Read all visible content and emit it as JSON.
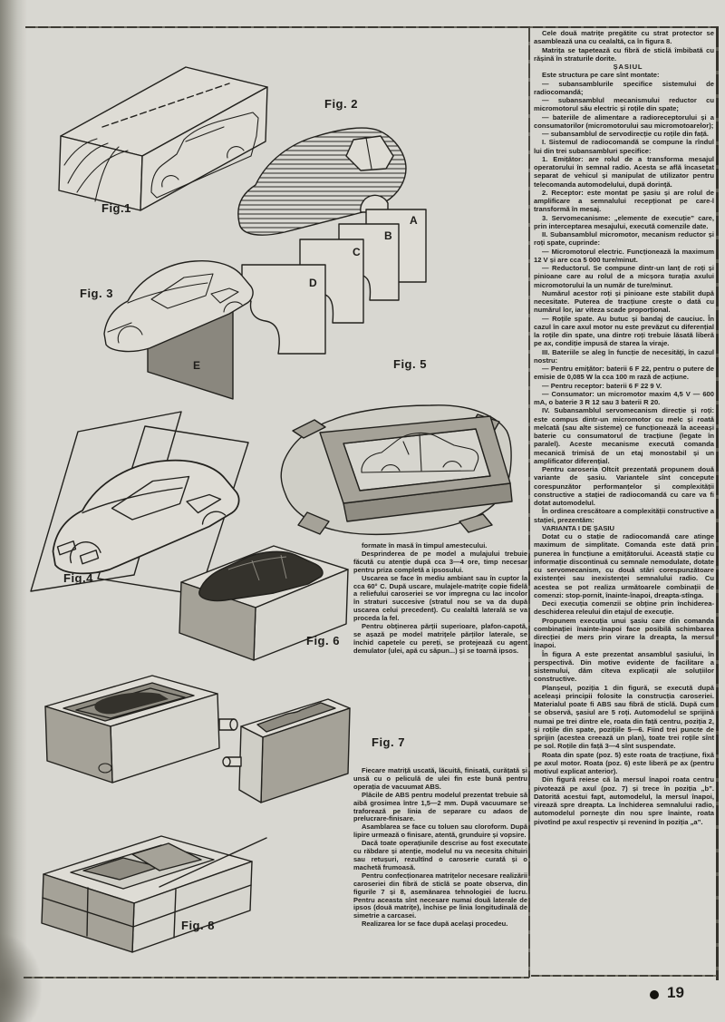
{
  "page": {
    "number": "19",
    "bullet": "●"
  },
  "colors": {
    "paper": "#d8d7d1",
    "ink": "#1e1d1a",
    "plate_grey": "#8a877e",
    "stipple_grey": "#a5a298",
    "cavity_dark": "#34322c"
  },
  "figures": {
    "fig1": "Fig.1",
    "fig2": "Fig. 2",
    "fig3": "Fig. 3",
    "fig4": "Fig.4",
    "fig5": "Fig. 5",
    "fig6": "Fig. 6",
    "fig7": "Fig. 7",
    "fig8": "Fig. 8",
    "plate_letters": [
      "A",
      "B",
      "C",
      "D",
      "E"
    ]
  },
  "left_column": {
    "top_block": [
      {
        "cls": "cont",
        "text": "formate în masă în timpul amestecului."
      },
      {
        "text": "Desprinderea de pe model a mulajului trebuie făcută cu atenție după cca 3—4 ore, timp necesar pentru priza completă a ipsosului."
      },
      {
        "text": "Uscarea se face în mediu ambiant sau în cuptor la cca 60° C. După uscare, mulajele-matrițe copie fidelă a reliefului caroseriei se vor impregna cu lac incolor în straturi succesive (stratul nou se va da după uscarea celui precedent). Cu cealaltă laterală se va proceda la fel."
      },
      {
        "text": "Pentru obținerea părții superioare, plafon-capotă, se așază pe model matrițele părților laterale, se închid capetele cu pereți, se protejează cu agent demulator (ulei, apă cu săpun...) și se toarnă ipsos."
      }
    ],
    "bottom_block": [
      {
        "text": "Fiecare matriță uscată, lăcuită, finisată, curățată și unsă cu o peliculă de ulei fin este bună pentru operația de vacuumat ABS."
      },
      {
        "text": "Plăcile de ABS pentru modelul prezentat trebuie să aibă grosimea între 1,5—2 mm. După vacuumare se traforează pe linia de separare cu adaos de prelucrare-finisare."
      },
      {
        "text": "Asamblarea se face cu toluen sau cloroform. După lipire urmează o finisare, atentă, grunduire și vopsire."
      },
      {
        "text": "Dacă toate operațiunile descrise au fost executate cu răbdare și atenție, modelul nu va necesita chituiri sau retușuri, rezultînd o caroserie curată și o machetă frumoasă."
      },
      {
        "text": "Pentru confecționarea matrițelor necesare realizării caroseriei din fibră de sticlă se poate observa, din figurile 7 și 8, asemănarea tehnologiei de lucru. Pentru aceasta sînt necesare numai două laterale de ipsos (două matrițe), închise pe linia longitudinală de simetrie a carcasei."
      },
      {
        "text": "Realizarea lor se face după același procedeu."
      }
    ]
  },
  "right_column": {
    "paragraphs": [
      {
        "text": "Cele două matrițe pregătite cu strat protector se asamblează una cu cealaltă, ca în figura 8."
      },
      {
        "text": "Matrița se tapetează cu fibră de sticlă îmbibată cu rășină în straturile dorite."
      },
      {
        "cls": "hc",
        "text": "ȘASIUL"
      },
      {
        "text": "Este structura pe care sînt montate:"
      },
      {
        "text": "— subansamblurile specifice sistemului de radiocomandă;"
      },
      {
        "text": "— subansamblul mecanismului reductor cu micromotorul său electric și roțile din spate;"
      },
      {
        "text": "— bateriile de alimentare a radioreceptorului și a consumatorilor (micromotorului sau micromotoarelor);"
      },
      {
        "text": "— subansamblul de servodirecție cu roțile din față."
      },
      {
        "text": "I. Sistemul de radiocomandă se compune la rîndul lui din trei subansambluri specifice:"
      },
      {
        "pre": "1. ",
        "b": "Emițător:",
        "text": " are rolul de a transforma mesajul operatorului în semnal radio. Acesta se află încasetat separat de vehicul și manipulat de utilizator pentru telecomanda automodelului, după dorință."
      },
      {
        "pre": "2. ",
        "b": "Receptor:",
        "text": " este montat pe șasiu și are rolul de amplificare a semnalului recepționat pe care-l transformă în mesaj."
      },
      {
        "pre": "3. ",
        "b": "Servomecanisme:",
        "text": " „elemente de execuție” care, prin interceptarea mesajului, execută comenzile date."
      },
      {
        "text": "II. Subansamblul micromotor, mecanism reductor și roți spate, cuprinde:"
      },
      {
        "text": "— Micromotorul electric. Funcționează la maximum 12 V și are cca 5 000 ture/minut."
      },
      {
        "text": "— Reductorul. Se compune dintr-un lanț de roți și pinioane care au rolul de a micșora turația axului micromotorului la un număr de ture/minut."
      },
      {
        "text": "Numărul acestor roți și pinioane este stabilit după necesitate. Puterea de tracțiune crește o dată cu numărul lor, iar viteza scade proporțional."
      },
      {
        "text": "— Roțile spate. Au butuc și bandaj de cauciuc. În cazul în care axul motor nu este prevăzut cu diferențial la roțile din spate, una dintre roți trebuie lăsată liberă pe ax, condiție impusă de starea la viraje."
      },
      {
        "text": "III. Bateriile se aleg în funcție de necesități, în cazul nostru:"
      },
      {
        "text": "— Pentru emițător: baterii 6 F 22, pentru o putere de emisie de 0,085 W la cca 100 m rază de acțiune."
      },
      {
        "text": "— Pentru receptor: baterii 6 F 22 9 V."
      },
      {
        "text": "— Consumator: un micromotor maxim 4,5 V — 600 mA, o baterie 3 R 12 sau 3 baterii R 20."
      },
      {
        "text": "IV. Subansamblul servomecanism direcție și roți: este compus dintr-un micromotor cu melc și roată melcată (sau alte sisteme) ce funcționează la aceeași baterie cu consumatorul de tracțiune (legate în paralel). Aceste mecanisme execută comanda mecanică trimisă de un etaj monostabil și un amplificator diferențial."
      },
      {
        "text": "Pentru caroseria Oltcit prezentată propunem două variante de șasiu. Variantele sînt concepute corespunzător performanțelor și complexității constructive a stației de radiocomandă cu care va fi dotat automodelul."
      },
      {
        "text": "În ordinea crescătoare a complexității constructive a stației, prezentăm:"
      },
      {
        "cls": "hs",
        "text": "VARIANTA I DE ȘASIU"
      },
      {
        "text": "Dotat cu o stație de radiocomandă care atinge maximum de simplitate. Comanda este dată prin punerea în funcțiune a emițătorului. Această stație cu informație discontinuă cu semnale nemodulate, dotate cu servomecanism, cu două stări corespunzătoare existenței sau inexistenței semnalului radio. Cu acestea se pot realiza următoarele combinații de comenzi: stop-pornit, înainte-înapoi, dreapta-stînga."
      },
      {
        "text": "Deci execuția comenzii se obține prin închiderea-deschiderea releului din etajul de execuție."
      },
      {
        "text": "Propunem execuția unui șasiu care din comanda combinației înainte-înapoi face posibilă schimbarea direcției de mers prin virare la dreapta, la mersul înapoi."
      },
      {
        "text": "În figura A este prezentat ansamblul șasiului, în perspectivă. Din motive evidente de facilitare a sistemului, dăm cîteva explicații ale soluțiilor constructive."
      },
      {
        "text": "Planșeul, poziția 1 din figură, se execută după aceleași principii folosite la construcția caroseriei. Materialul poate fi ABS sau fibră de sticlă. După cum se observă, șasiul are 5 roți. Automodelul se sprijină numai pe trei dintre ele, roata din față centru, poziția 2, și roțile din spate, pozițiile 5—6. Fiind trei puncte de sprijin (acestea creează un plan), toate trei roțile sînt pe sol. Roțile din față 3—4 sînt suspendate."
      },
      {
        "text": "Roata din spate (poz. 5) este roata de tracțiune, fixă pe axul motor. Roata (poz. 6) este liberă pe ax (pentru motivul explicat anterior)."
      },
      {
        "text": "Din figură reiese că la mersul înapoi roata centru pivotează pe axul (poz. 7) și trece în poziția „b”. Datorită acestui fapt, automodelul, la mersul înapoi, virează spre dreapta. La închiderea semnalului radio, automodelul pornește din nou spre înainte, roata pivotînd pe axul respectiv și revenind în poziția „a”."
      }
    ]
  }
}
